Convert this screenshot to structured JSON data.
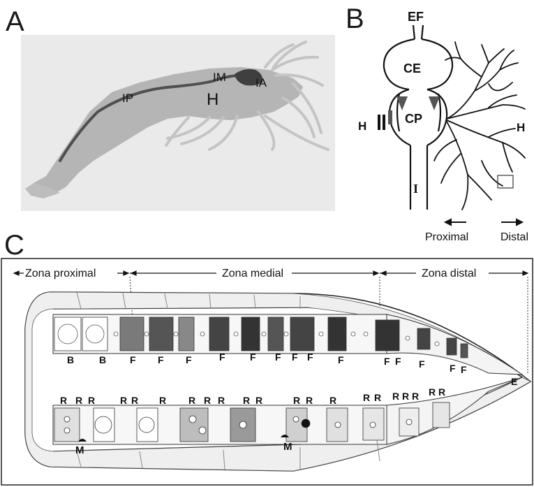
{
  "panel_a": {
    "letter": "A",
    "labels": {
      "ip": "IP",
      "im": "IM",
      "h": "H",
      "ia": "IA"
    }
  },
  "panel_b": {
    "letter": "B",
    "labels": {
      "ef": "EF",
      "ce": "CE",
      "cp": "CP",
      "h_left": "H",
      "h_right": "H",
      "i": "I"
    },
    "directions": {
      "proximal": "Proximal",
      "distal": "Distal"
    }
  },
  "panel_c": {
    "letter": "C",
    "zones": {
      "proximal": "Zona proximal",
      "medial": "Zona medial",
      "distal": "Zona distal"
    },
    "cell_labels_top": [
      "B",
      "B",
      "F",
      "F",
      "F",
      "F",
      "F",
      "F",
      "F",
      "F",
      "F",
      "F",
      "F",
      "F",
      "F",
      "F"
    ],
    "cell_labels_bottom": [
      "R",
      "R",
      "R",
      "R",
      "R",
      "R",
      "R",
      "R",
      "R",
      "R",
      "R",
      "R",
      "R",
      "R",
      "R",
      "R",
      "R",
      "R",
      "R",
      "R",
      "R"
    ],
    "m_labels": [
      "M",
      "M"
    ],
    "e_label": "E"
  },
  "colors": {
    "panel_a_bg": "#eaeaea",
    "shrimp_body": "#b3b3b3",
    "gut": "#555555"
  }
}
